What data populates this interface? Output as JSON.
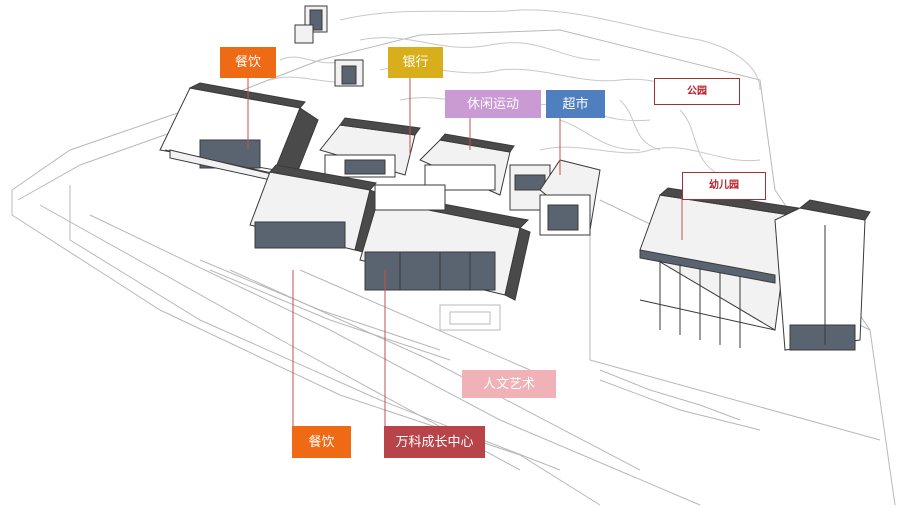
{
  "labels": {
    "canyin_top": {
      "text": "餐饮",
      "color": "#ee6a15"
    },
    "yinhang": {
      "text": "银行",
      "color": "#d8ae1a"
    },
    "xiuxian": {
      "text": "休闲运动",
      "color": "#c99ad4"
    },
    "chaoshi": {
      "text": "超市",
      "color": "#4f7fbe"
    },
    "gongyuan": {
      "text": "公园",
      "color": "#b8202a"
    },
    "youeryuan": {
      "text": "幼儿园",
      "color": "#b8202a"
    },
    "renwen": {
      "text": "人文艺术",
      "color": "#f0b2b6"
    },
    "canyin_bottom": {
      "text": "餐饮",
      "color": "#ee6a15"
    },
    "vanke": {
      "text": "万科成长中心",
      "color": "#b84449"
    }
  },
  "colors": {
    "line_dark": "#3a3a3a",
    "line_light": "#b8b8b8",
    "roof_dark": "#4a4a4a",
    "glass": "#5a6470",
    "wall": "#f2f2f2",
    "leader_red": "#c0504d"
  }
}
